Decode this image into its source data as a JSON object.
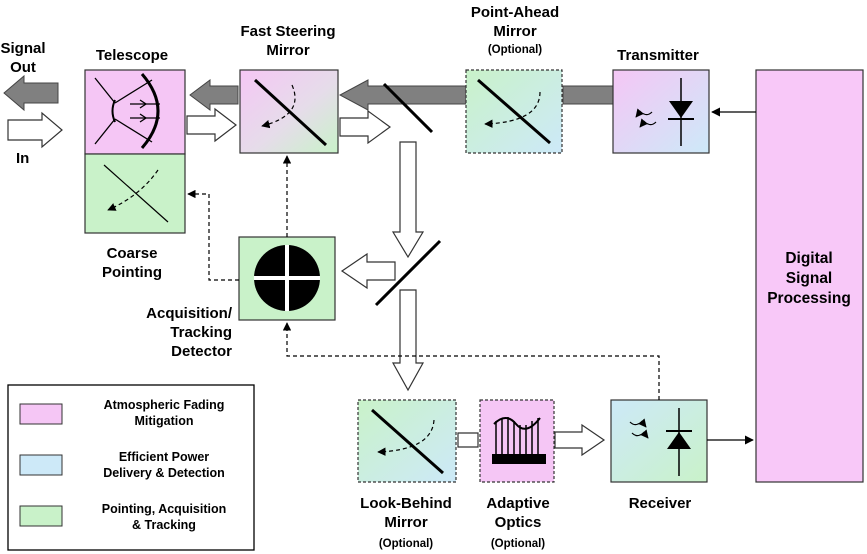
{
  "labels": {
    "signal_out": [
      "Signal",
      "Out"
    ],
    "in": "In",
    "telescope": "Telescope",
    "fast_steering": [
      "Fast Steering",
      "Mirror"
    ],
    "point_ahead": [
      "Point-Ahead",
      "Mirror"
    ],
    "point_ahead_opt": "(Optional)",
    "transmitter": "Transmitter",
    "coarse": [
      "Coarse",
      "Pointing"
    ],
    "acq": [
      "Acquisition/",
      "Tracking",
      "Detector"
    ],
    "dsp": [
      "Digital",
      "Signal",
      "Processing"
    ],
    "look_behind": [
      "Look-Behind",
      "Mirror"
    ],
    "look_behind_opt": "(Optional)",
    "adaptive": [
      "Adaptive",
      "Optics"
    ],
    "adaptive_opt": "(Optional)",
    "receiver": "Receiver"
  },
  "legend": [
    {
      "lines": [
        "Atmospheric Fading",
        "Mitigation"
      ],
      "color": "#f5c6f5"
    },
    {
      "lines": [
        "Efficient Power",
        "Delivery & Detection"
      ],
      "color": "#cde9f8"
    },
    {
      "lines": [
        "Pointing, Acquisition",
        "& Tracking"
      ],
      "color": "#c9f2c9"
    }
  ],
  "colors": {
    "pink": "#f5c6f5",
    "green": "#c9f2c9",
    "blue": "#cde9f8",
    "dsp": "#f8c8f8",
    "gray_arrow": "#808080"
  }
}
